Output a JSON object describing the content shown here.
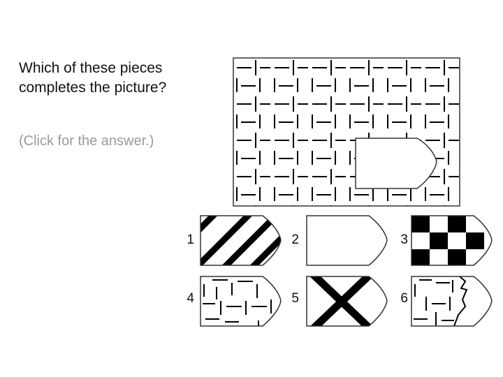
{
  "question": {
    "line1": "Which of these pieces",
    "line2": "completes the picture?"
  },
  "hint": "(Click for the answer.)",
  "options": [
    {
      "number": "1",
      "pattern": "diagonal-stripes"
    },
    {
      "number": "2",
      "pattern": "blank"
    },
    {
      "number": "3",
      "pattern": "checkerboard"
    },
    {
      "number": "4",
      "pattern": "dash-grid"
    },
    {
      "number": "5",
      "pattern": "x-cross"
    },
    {
      "number": "6",
      "pattern": "dash-grid-torn"
    }
  ],
  "colors": {
    "text": "#111111",
    "hint": "#9a9a9a",
    "line": "#000000",
    "frame": "#333333"
  }
}
